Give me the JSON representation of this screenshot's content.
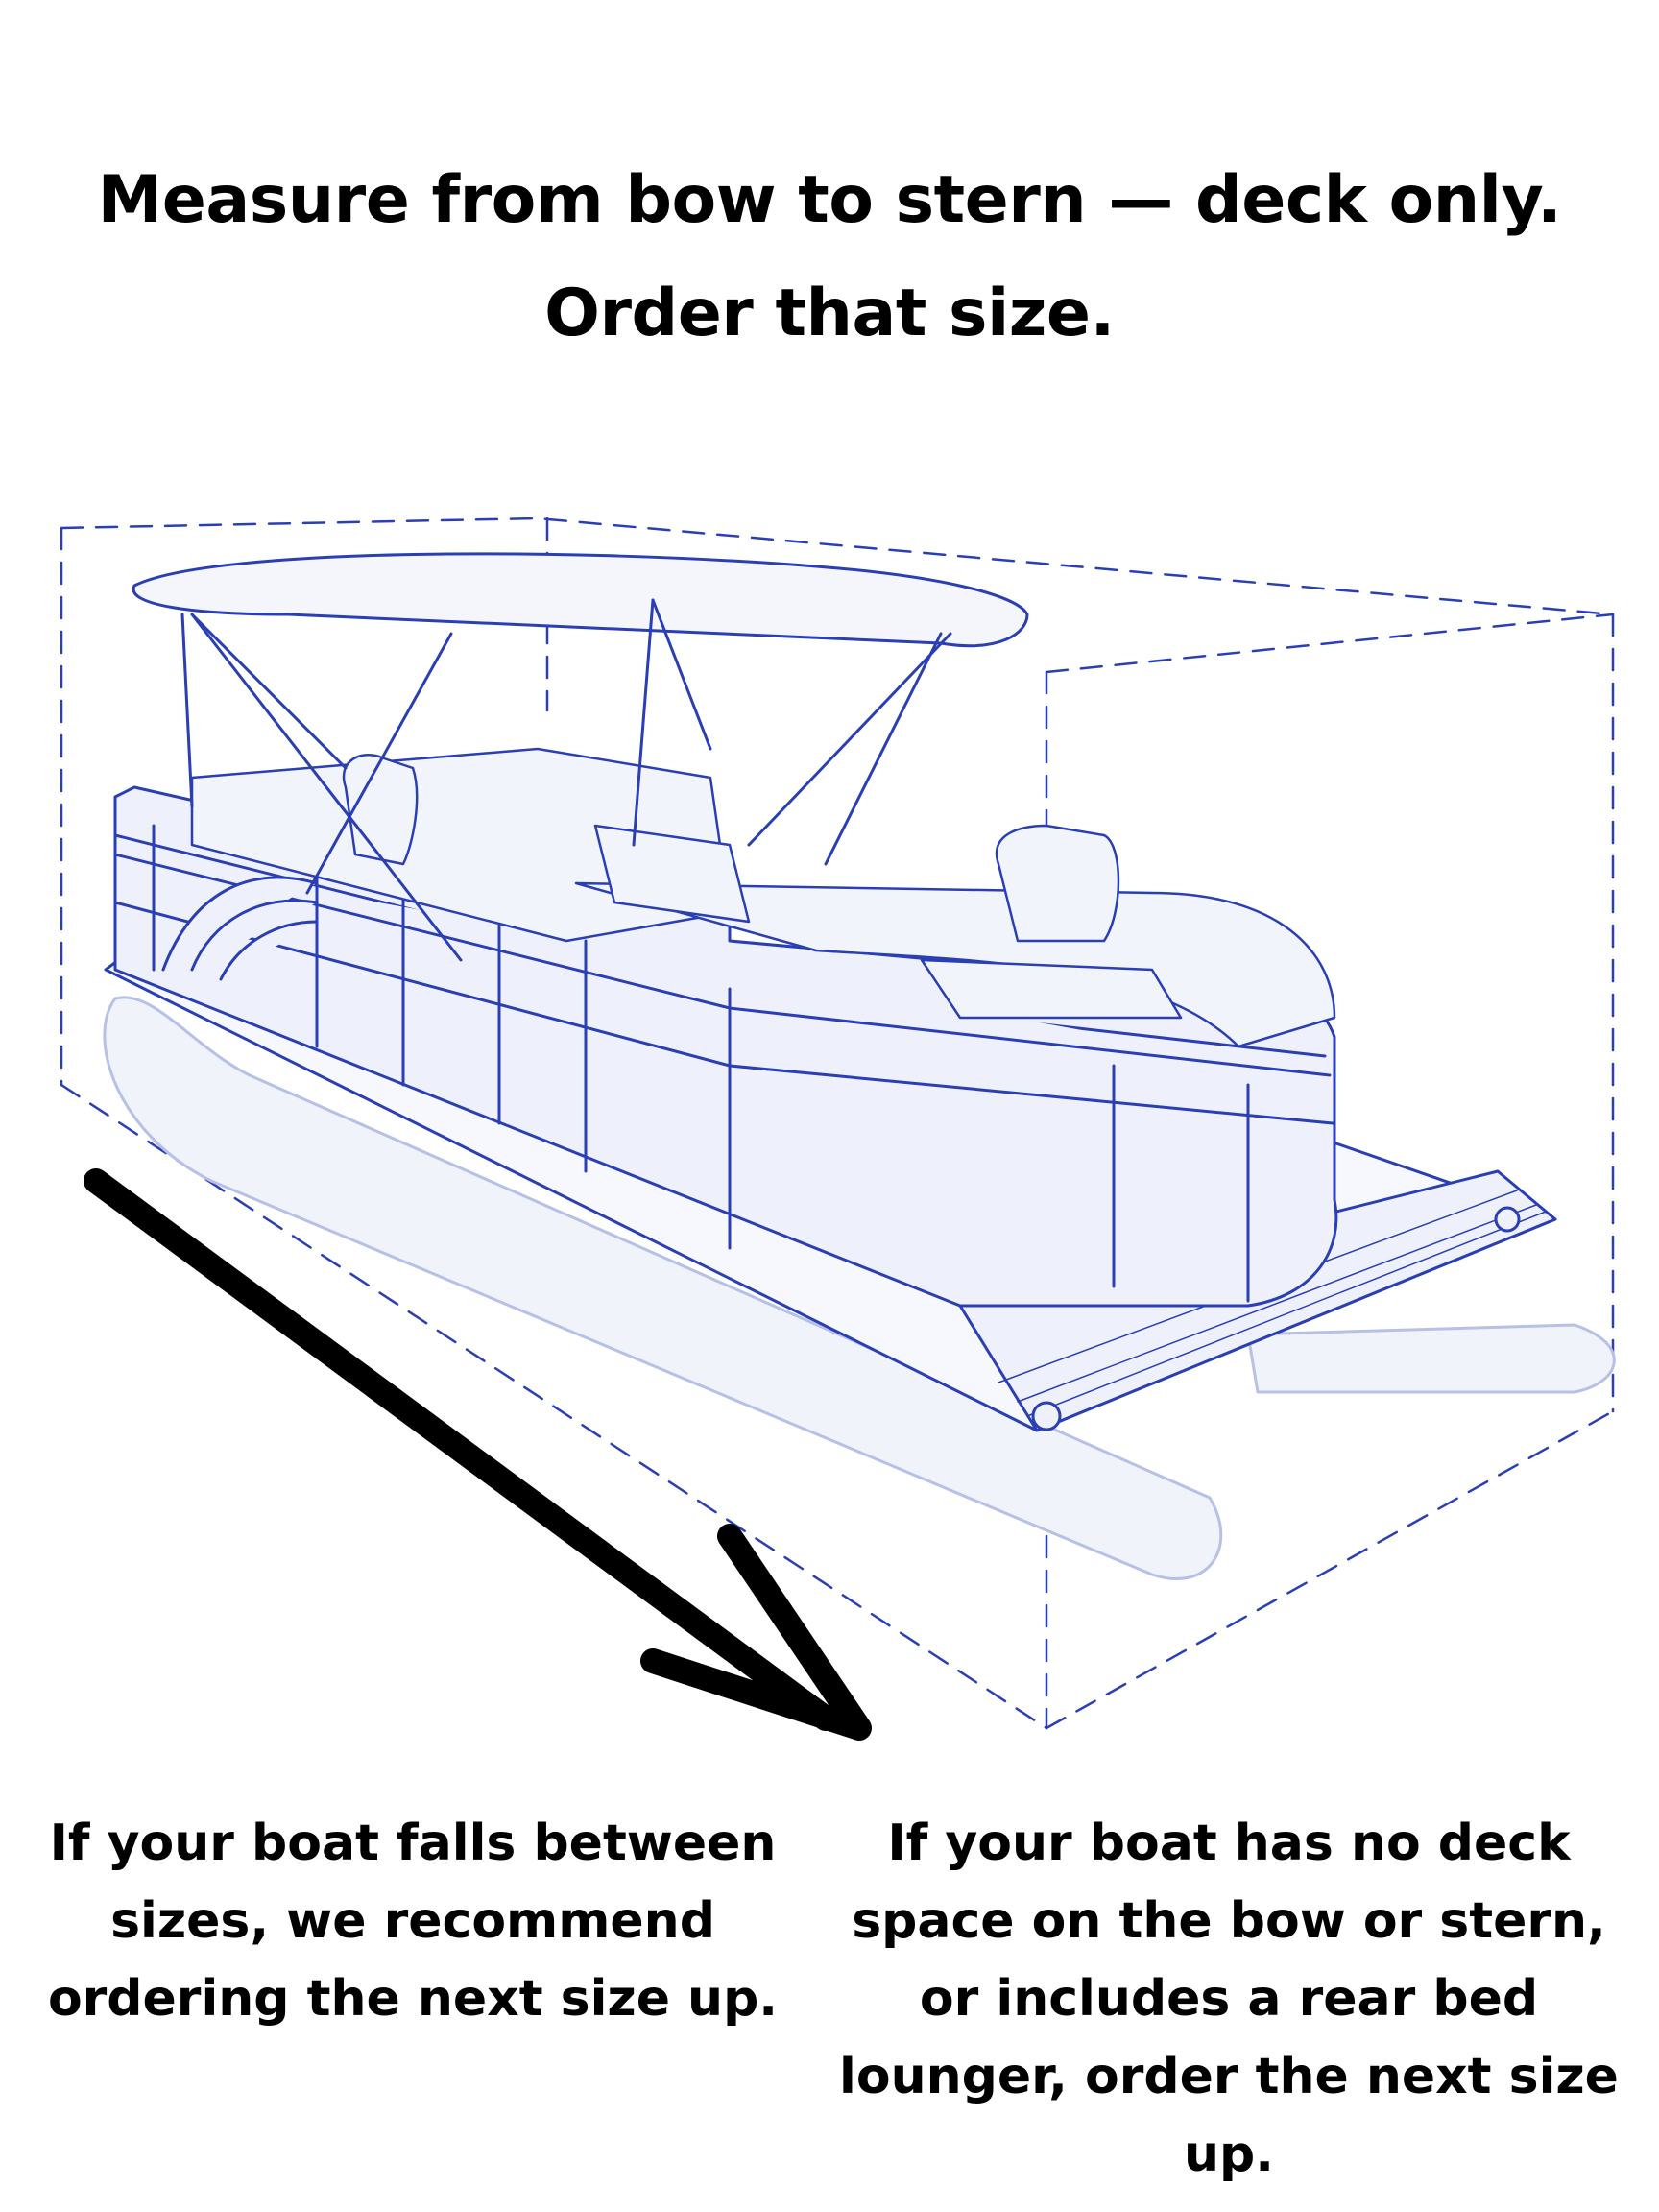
{
  "header": {
    "line1": "Measure from bow to stern — deck only.",
    "line2": "Order that size."
  },
  "notes": {
    "left": "If your boat falls between sizes, we recommend ordering the next size up.",
    "right": "If your boat has no deck space on the bow or stern, or includes a rear bed lounger, order the next size up."
  },
  "diagram": {
    "subject": "pontoon-boat",
    "line_color": "#2b3fb5",
    "fill_color": "#eef1fb",
    "pontoon_color": "#f1f3fb",
    "arrow_color": "#000000",
    "dash_color": "#2b3fb5"
  }
}
